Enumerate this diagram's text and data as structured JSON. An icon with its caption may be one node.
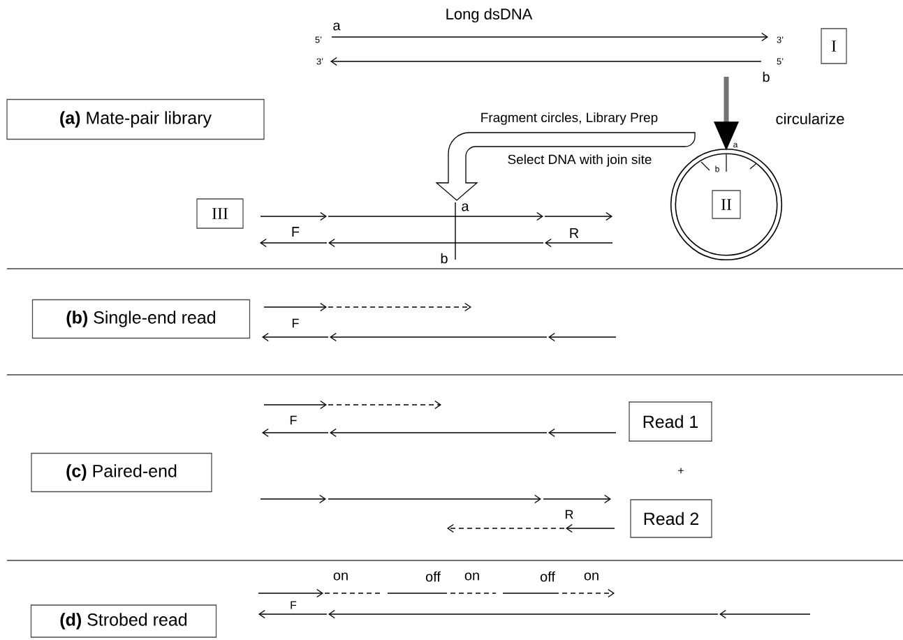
{
  "diagram": {
    "nodes": [
      {
        "text": [
          "I"
        ]
      },
      {
        "text": [
          "**(a)** Mate-pair library"
        ]
      },
      {
        "text": [],
        "shape": "circle"
      },
      {
        "text": [
          "II"
        ],
        "in": 2
      },
      {
        "text": [
          "III"
        ]
      },
      {
        "text": [
          "**(b)** Single-end read"
        ]
      },
      {
        "text": [
          "Read 1"
        ]
      },
      {
        "text": [
          "**(c)** Paired-end"
        ]
      },
      {
        "text": [
          "Read 2"
        ]
      },
      {
        "text": [
          "**(d)** Strobed read"
        ]
      }
    ],
    "edges": [
      {
        "from": null,
        "to": 2,
        "arrow": "to",
        "label": "circularize"
      }
    ],
    "labels": [
      "Long dsDNA",
      "a",
      "5’",
      "3’",
      "3’",
      "5’",
      "b",
      "Fragment circles, Library Prep",
      "a",
      "Select DNA with join site",
      "b",
      "a",
      "F",
      "R",
      "b",
      "F",
      "F",
      "+",
      "R",
      "on",
      "off",
      "on",
      "off",
      "on",
      "F"
    ]
  }
}
